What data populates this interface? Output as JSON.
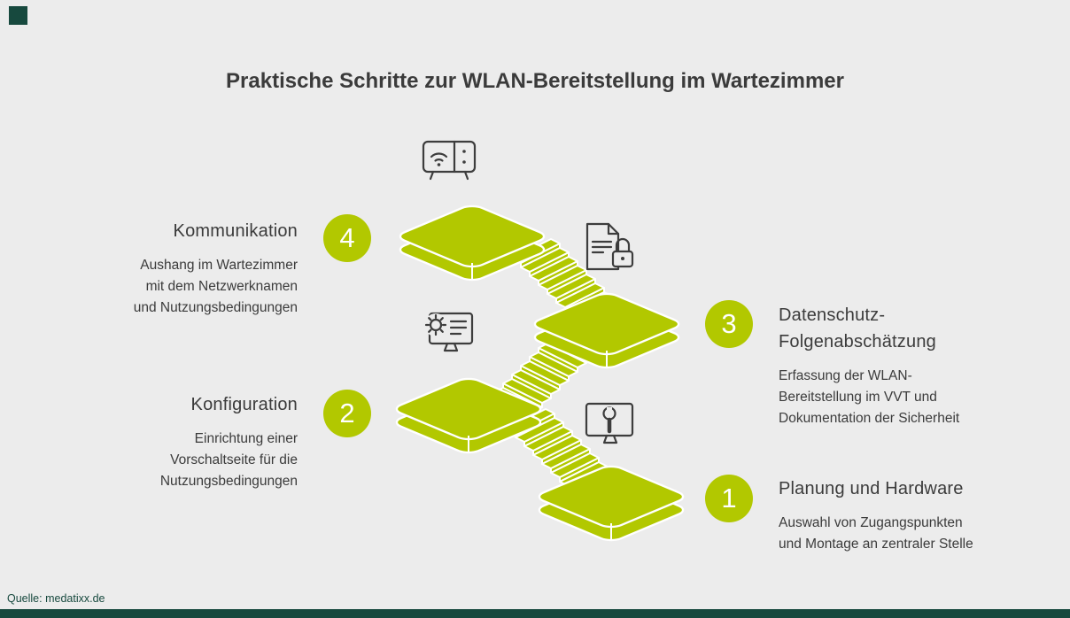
{
  "page": {
    "title": "Praktische Schritte zur WLAN-Bereitstellung im Wartezimmer",
    "source": "Quelle: medatixx.de"
  },
  "colors": {
    "background": "#ececec",
    "accent_green": "#b2c800",
    "dark_teal": "#17493e",
    "text": "#3b3b3b"
  },
  "steps": [
    {
      "number": "1",
      "title_lines": [
        "Planung und Hardware"
      ],
      "description_lines": [
        "Auswahl von Zugangspunkten",
        "und Montage an zentraler Stelle"
      ],
      "icon": "monitor-wrench-icon"
    },
    {
      "number": "2",
      "title_lines": [
        "Konfiguration"
      ],
      "description_lines": [
        "Einrichtung einer",
        "Vorschaltseite für die",
        "Nutzungsbedingungen"
      ],
      "icon": "monitor-gear-icon"
    },
    {
      "number": "3",
      "title_lines": [
        "Datenschutz-",
        "Folgenabschätzung"
      ],
      "description_lines": [
        "Erfassung der WLAN-",
        "Bereitstellung im VVT und",
        "Dokumentation der Sicherheit"
      ],
      "icon": "document-lock-icon"
    },
    {
      "number": "4",
      "title_lines": [
        "Kommunikation"
      ],
      "description_lines": [
        "Aushang im Wartezimmer",
        "mit dem Netzwerknamen",
        "und Nutzungsbedingungen"
      ],
      "icon": "wifi-router-icon"
    }
  ]
}
